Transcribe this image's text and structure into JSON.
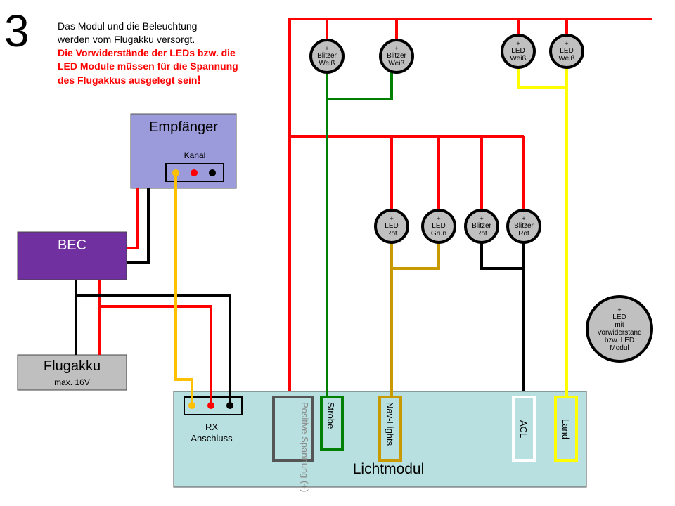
{
  "step_number": "3",
  "note": {
    "line1": "Das Modul und die Beleuchtung",
    "line2": "werden vom Flugakku versorgt.",
    "warning": "Die Vorwiderstände der LEDs bzw. die LED Module müssen für die Spannung des Flugakkus ausgelegt sein",
    "warning_mark": "!"
  },
  "receiver": {
    "title": "Empfänger",
    "channel_label": "Kanal"
  },
  "bec": {
    "title": "BEC"
  },
  "battery": {
    "title": "Flugakku",
    "subtitle": "max. 16V"
  },
  "module": {
    "title": "Lichtmodul",
    "rx_label_line1": "RX",
    "rx_label_line2": "Anschluss",
    "ports": {
      "positive": "Positive Spannung (+)",
      "strobe": "Strobe",
      "nav": "Nav-Lights",
      "acl": "ACL",
      "land": "Land"
    }
  },
  "lamps": {
    "plus": "+",
    "strobe_top_1": [
      "Blitzer",
      "Weiß"
    ],
    "strobe_top_2": [
      "Blitzer",
      "Weiß"
    ],
    "land_1": [
      "LED",
      "Weiß"
    ],
    "land_2": [
      "LED",
      "Weiß"
    ],
    "nav_red": [
      "LED",
      "Rot"
    ],
    "nav_green": [
      "LED",
      "Grün"
    ],
    "acl_1": [
      "Blitzer",
      "Rot"
    ],
    "acl_2": [
      "Blitzer",
      "Rot"
    ],
    "legend": [
      "LED",
      "mit",
      "Vorwiderstand",
      "bzw. LED",
      "Modul"
    ]
  },
  "colors": {
    "positive": "#ff0000",
    "ground": "#000000",
    "signal": "#ffc000",
    "strobe": "#008000",
    "nav": "#c89a00",
    "land": "#ffff00",
    "receiver_fill": "#9b9bdb",
    "bec_fill": "#7030a0",
    "battery_fill": "#bfbfbf",
    "module_fill": "#b8e0e0",
    "lamp_fill": "#c0c0c0"
  }
}
